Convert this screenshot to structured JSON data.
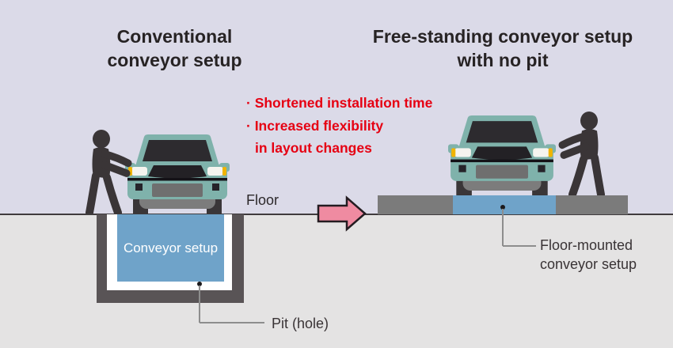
{
  "left_panel": {
    "title_line1": "Conventional",
    "title_line2": "conveyor setup",
    "floor_label": "Floor",
    "conveyor_box_label": "Conveyor setup",
    "pit_label": "Pit (hole)"
  },
  "benefits": {
    "lines": [
      "· Shortened installation time",
      "· Increased flexibility",
      "in layout changes"
    ]
  },
  "right_panel": {
    "title_line1": "Free-standing conveyor setup",
    "title_line2": "with no pit",
    "label_line1": "Floor-mounted",
    "label_line2": "conveyor setup"
  },
  "icons": {
    "arrow": "arrow-right-icon",
    "car": "car-front-icon",
    "worker": "worker-silhouette-icon"
  },
  "colors": {
    "background_top": "#dbdae8",
    "background_ground": "#e4e3e3",
    "benefit_red": "#e60012",
    "conveyor_blue": "#6fa3c9",
    "block_gray": "#7b7b7b",
    "pit_frame_gray": "#595456",
    "car_teal": "#7fb2ab",
    "arrow_pink": "#ef8ba1"
  }
}
